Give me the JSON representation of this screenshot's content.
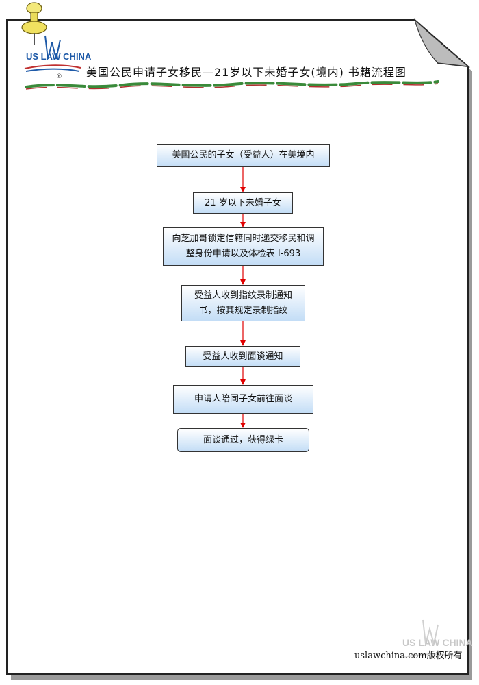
{
  "header": {
    "title": "美国公民申请子女移民—21岁以下未婚子女(境内)   书籍流程图"
  },
  "logo": {
    "text": "US LAW CHINA",
    "registered_mark": "®"
  },
  "flowchart": {
    "steps": [
      "美国公民的子女（受益人）在美境内",
      "21 岁以下未婚子女",
      "向芝加哥锁定信籍同时递交移民和调整身份申请以及体检表 I-693",
      "受益人收到指纹录制通知书，按其规定录制指纹",
      "受益人收到面谈通知",
      "申请人陪同子女前往面谈",
      "面谈通过，获得绿卡"
    ],
    "arrow_color": "#e00000",
    "box_fill_top": "#ffffff",
    "box_fill_bottom": "#c3ddf6"
  },
  "footer": {
    "copyright": "uslawchina.com版权所有",
    "watermark_text": "US LAW CHINA"
  }
}
